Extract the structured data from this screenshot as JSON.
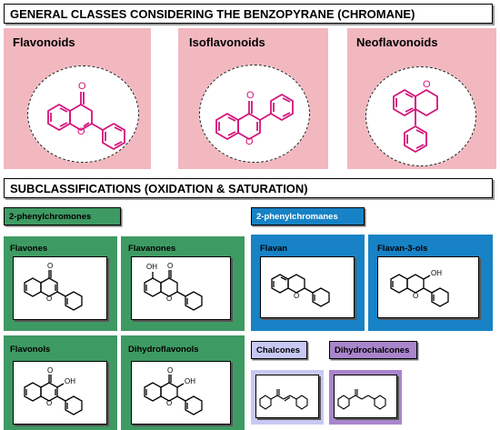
{
  "header": "GENERAL CLASSES CONSIDERING THE BENZOPYRANE (CHROMANE)",
  "classes": [
    {
      "label": "Flavonoids"
    },
    {
      "label": "Isoflavonoids"
    },
    {
      "label": "Neoflavonoids"
    }
  ],
  "subheader": "SUBCLASSIFICATIONS (OXIDATION & SATURATION)",
  "groups": {
    "phenylchromones": "2-phenylchromones",
    "phenylchromanes": "2-phenylchromanes"
  },
  "cards": {
    "flavones": "Flavones",
    "flavanones": "Flavanones",
    "flavonols": "Flavonols",
    "dihydroflavonols": "Dihydroflavonols",
    "flavan": "Flavan",
    "flavan3ols": "Flavan-3-ols",
    "chalcones": "Chalcones",
    "dihydrochalcones": "Dihydrochalcones"
  },
  "atoms": {
    "O": "O",
    "OH": "OH"
  },
  "colors": {
    "pink_panel": "#f2b8c0",
    "magenta_structure": "#d4127a",
    "green": "#3e9a63",
    "blue": "#1782c5",
    "lavender": "#c8c8f4",
    "purple": "#a985cc"
  }
}
